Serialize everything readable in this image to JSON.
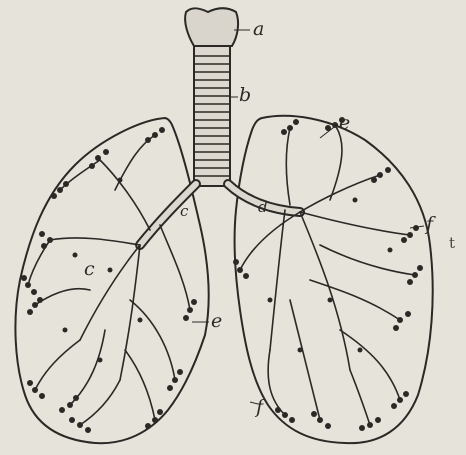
{
  "labels": {
    "a": "a",
    "b": "b",
    "c_upper": "c",
    "d": "d",
    "e_upper": "e",
    "f_right": "f",
    "c_lower": "c",
    "e_middle": "e",
    "f_bottom": "f"
  },
  "edge_mark": "t",
  "colors": {
    "paper": "#e6e3db",
    "ink": "#2b2926"
  }
}
